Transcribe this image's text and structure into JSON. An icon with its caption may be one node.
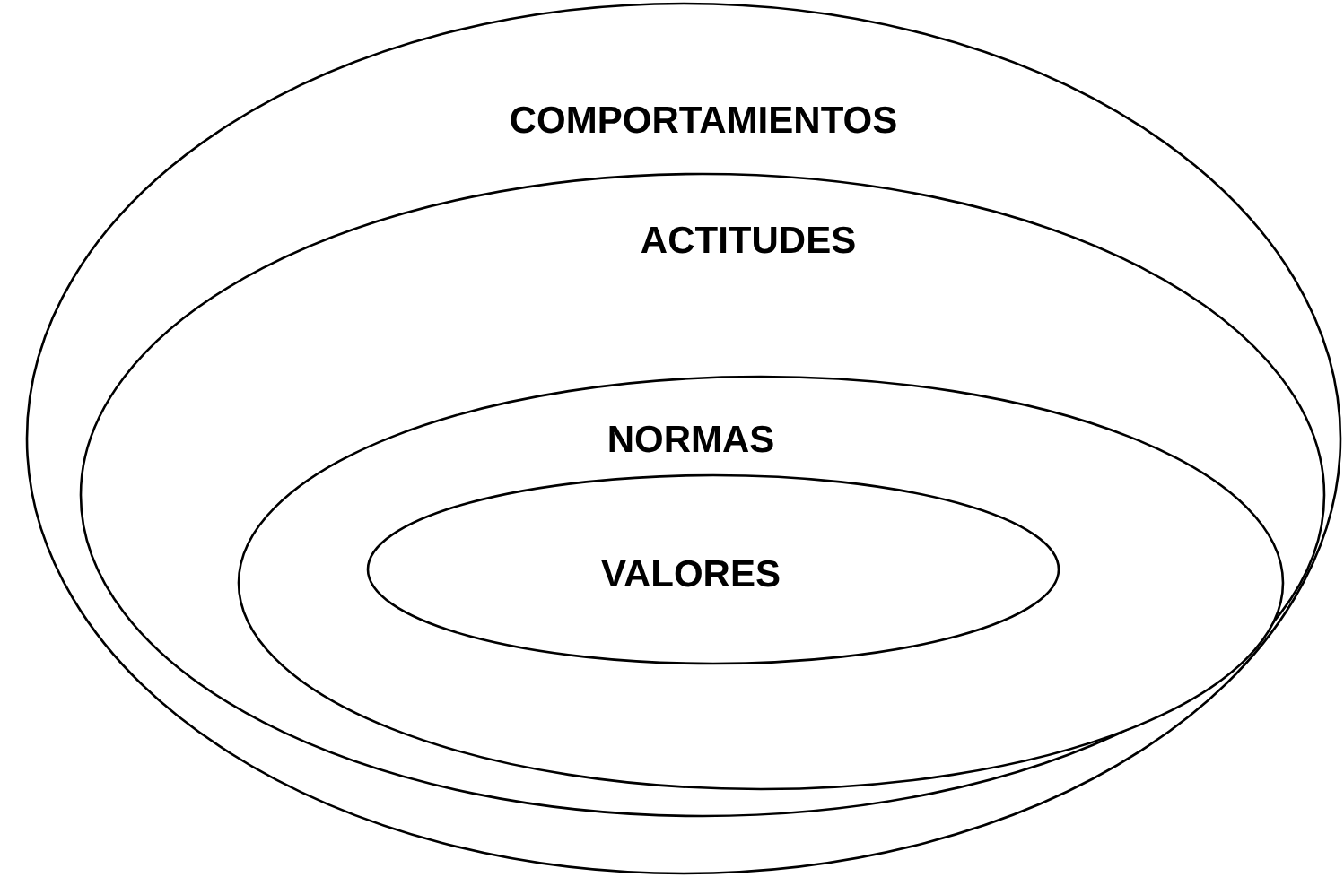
{
  "diagram": {
    "nodes": [
      {
        "text": [
          "COMPORTAMIENTOS"
        ]
      },
      {
        "text": [
          "ACTITUDES"
        ],
        "in": 0
      },
      {
        "text": [
          "NORMAS"
        ],
        "in": 1
      },
      {
        "text": [
          "VALORES"
        ],
        "in": 2
      }
    ]
  }
}
